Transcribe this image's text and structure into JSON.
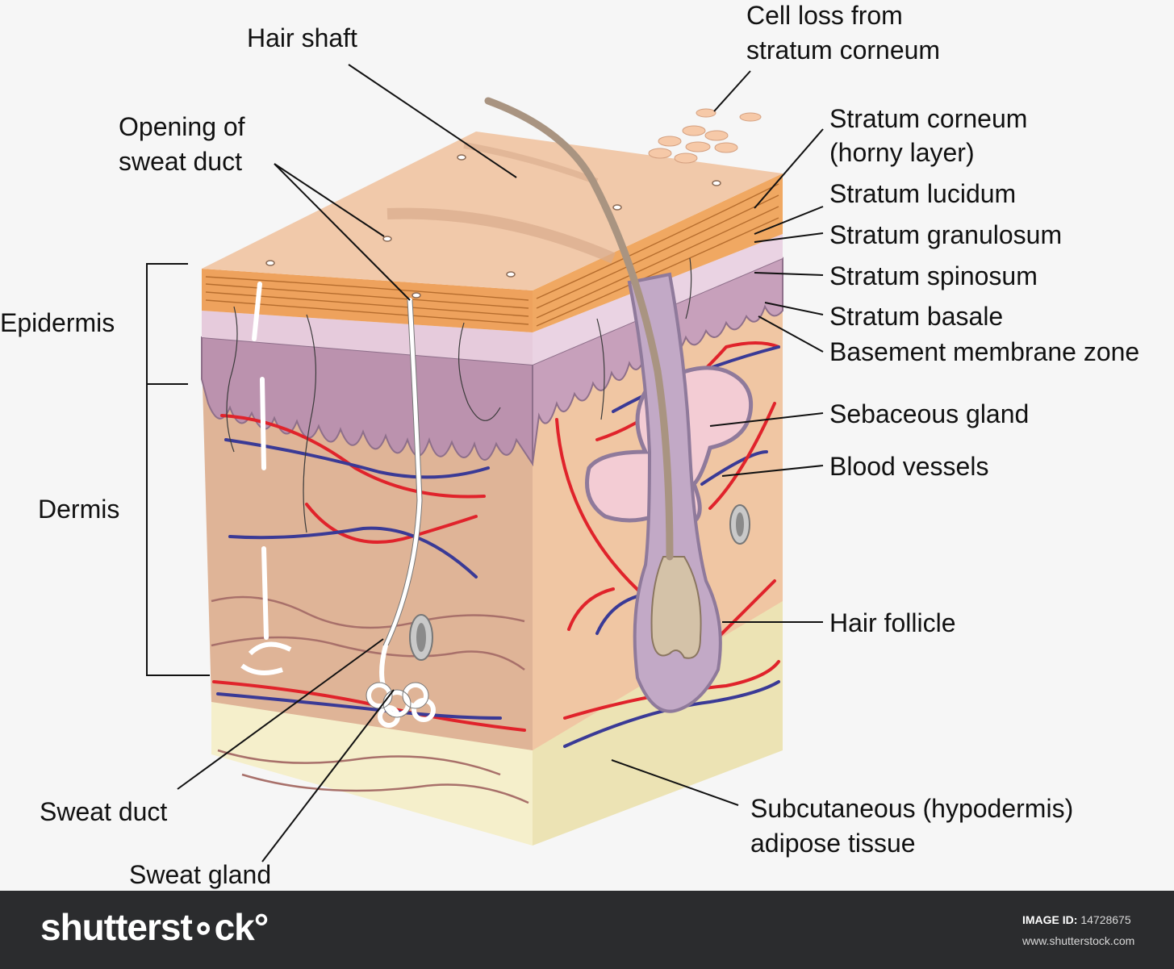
{
  "diagram": {
    "labels": {
      "hair_shaft": "Hair shaft",
      "cell_loss_line1": "Cell loss from",
      "cell_loss_line2": "stratum corneum",
      "opening_line1": "Opening of",
      "opening_line2": "sweat duct",
      "stratum_corneum": "Stratum corneum",
      "horny_layer": "(horny layer)",
      "stratum_lucidum": "Stratum lucidum",
      "stratum_granulosum": "Stratum granulosum",
      "stratum_spinosum": "Stratum spinosum",
      "stratum_basale": "Stratum basale",
      "basement_membrane": "Basement membrane zone",
      "epidermis": "Epidermis",
      "dermis": "Dermis",
      "sebaceous_gland": "Sebaceous gland",
      "blood_vessels": "Blood vessels",
      "hair_follicle": "Hair follicle",
      "sweat_duct": "Sweat duct",
      "sweat_gland": "Sweat gland",
      "subcutaneous_line1": "Subcutaneous (hypodermis)",
      "subcutaneous_line2": "adipose tissue"
    },
    "colors": {
      "skin_top": "#f1c9aa",
      "corneum": "#eea25d",
      "granulosum": "#e6cbdc",
      "spinosum": "#bb92ae",
      "dermis_front": "#dfb497",
      "dermis_side": "#f0c6a3",
      "hypodermis": "#f5efcb",
      "artery": "#e0232b",
      "vein": "#3a3a96",
      "hair": "#a99481",
      "gland": "#f3ccd4"
    }
  },
  "footer": {
    "brand": "shutterst∘ck°",
    "image_id_label": "IMAGE ID:",
    "image_id": "14728675",
    "site": "www.shutterstock.com"
  }
}
